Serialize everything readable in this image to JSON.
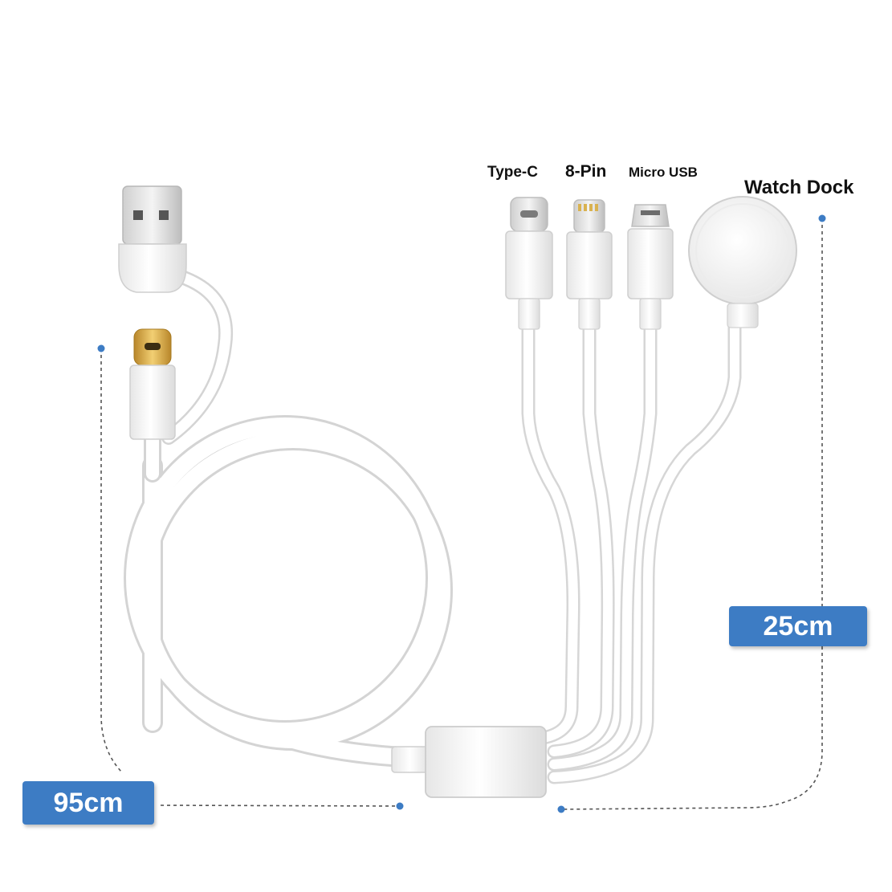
{
  "labels": {
    "type_c": "Type-C",
    "eight_pin": "8-Pin",
    "micro_usb": "Micro USB",
    "watch_dock": "Watch Dock"
  },
  "measurements": {
    "main_length": "95cm",
    "branch_length": "25cm"
  },
  "colors": {
    "accent": "#3d7cc4",
    "dimension_line": "#555555",
    "usb_c_tip": "#d9a43a",
    "cable": "#ffffff"
  }
}
